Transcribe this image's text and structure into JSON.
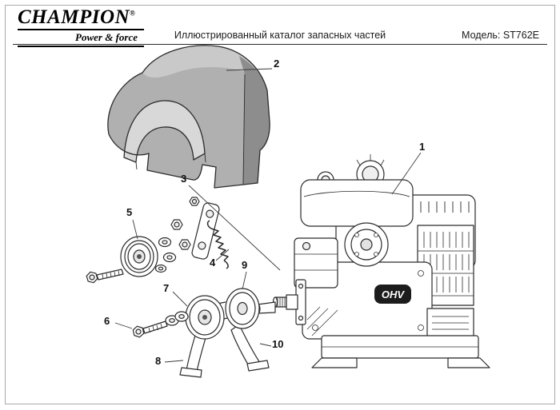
{
  "page": {
    "background": "#ffffff",
    "border_color": "#a9a9a9"
  },
  "header": {
    "logo": {
      "brand": "CHAMPION",
      "reg": "®",
      "tagline": "Power & force"
    },
    "title": "Иллюстрированный каталог запасных частей",
    "model": "Модель: ST762E"
  },
  "diagram": {
    "engine_badge": "OHV",
    "callouts": [
      {
        "label": "1"
      },
      {
        "label": "2"
      },
      {
        "label": "3"
      },
      {
        "label": "4"
      },
      {
        "label": "5"
      },
      {
        "label": "6"
      },
      {
        "label": "7"
      },
      {
        "label": "8"
      },
      {
        "label": "9"
      },
      {
        "label": "10"
      }
    ]
  },
  "colors": {
    "ink": "#2b2b2b",
    "cover_gray": "#b0b0b0",
    "badge_bg": "#1c1c1c"
  }
}
